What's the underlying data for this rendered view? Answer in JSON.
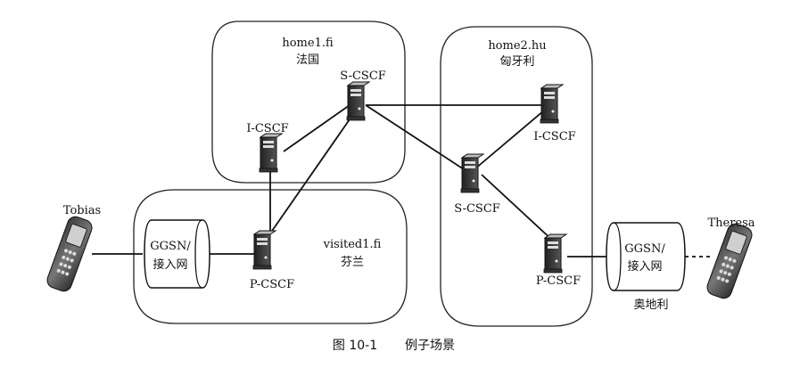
{
  "regions": {
    "home1": {
      "domain": "home1.fi",
      "country": "法国"
    },
    "home2": {
      "domain": "home2.hu",
      "country": "匈牙利"
    },
    "visited1": {
      "domain": "visited1.fi",
      "country": "芬兰"
    },
    "austria": {
      "country": "奥地利"
    }
  },
  "nodes": {
    "home1_scscf": "S-CSCF",
    "home1_icscf": "I-CSCF",
    "visited_pcscf": "P-CSCF",
    "home2_scscf": "S-CSCF",
    "home2_icscf": "I-CSCF",
    "home2_pcscf": "P-CSCF"
  },
  "ggsn": {
    "left": {
      "line1": "GGSN/",
      "line2": "接入网"
    },
    "right": {
      "line1": "GGSN/",
      "line2": "接入网"
    }
  },
  "users": {
    "left": "Tobias",
    "right": "Theresa"
  },
  "caption": {
    "number": "图 10-1",
    "title": "例子场景"
  },
  "icons": {
    "server": "server-tower-icon",
    "phone": "mobile-phone-icon"
  }
}
